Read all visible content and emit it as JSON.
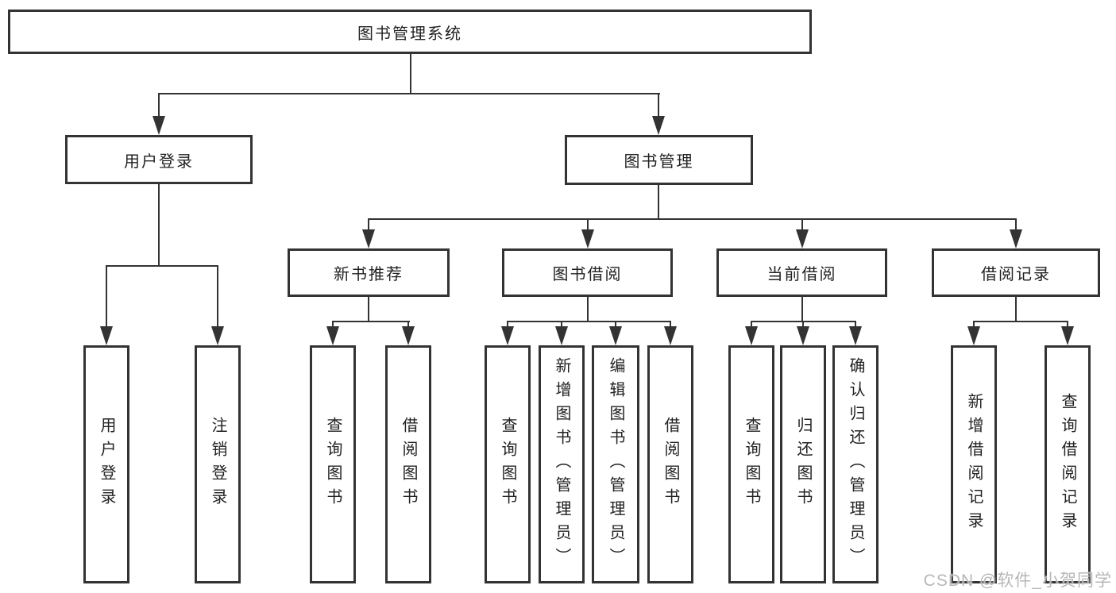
{
  "diagram": {
    "root": {
      "label": "图书管理系统"
    },
    "level2": [
      {
        "label": "用户登录"
      },
      {
        "label": "图书管理"
      }
    ],
    "level3": [
      {
        "label": "新书推荐"
      },
      {
        "label": "图书借阅"
      },
      {
        "label": "当前借阅"
      },
      {
        "label": "借阅记录"
      }
    ],
    "leaves": {
      "user_login": [
        {
          "label": "用户登录"
        },
        {
          "label": "注销登录"
        }
      ],
      "new_book_recommend": [
        {
          "label": "查询图书"
        },
        {
          "label": "借阅图书"
        }
      ],
      "book_borrow": [
        {
          "label": "查询图书"
        },
        {
          "label": "新增图书（管理员）"
        },
        {
          "label": "编辑图书（管理员）"
        },
        {
          "label": "借阅图书"
        }
      ],
      "current_borrow": [
        {
          "label": "查询图书"
        },
        {
          "label": "归还图书"
        },
        {
          "label": "确认归还（管理员）"
        }
      ],
      "borrow_records": [
        {
          "label": "新增借阅记录"
        },
        {
          "label": "查询借阅记录"
        }
      ]
    }
  },
  "watermark": {
    "text": "CSDN @软件_小贺同学"
  },
  "colors": {
    "line": "#333333",
    "border": "#333333",
    "text": "#222222",
    "watermark": "#b7b7b7",
    "background": "#ffffff"
  }
}
